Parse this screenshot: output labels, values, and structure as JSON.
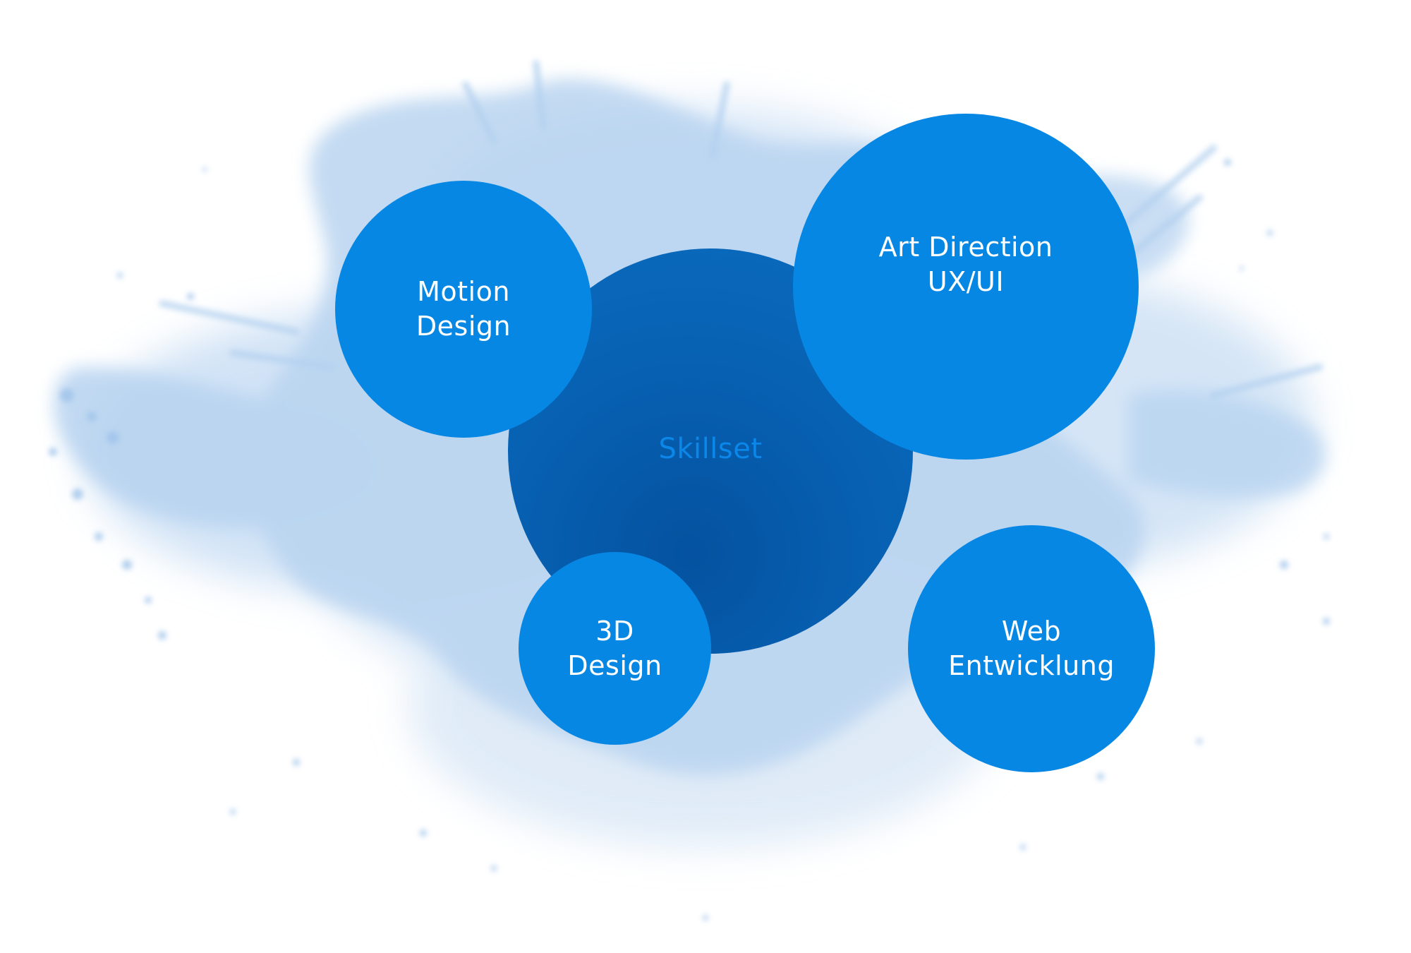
{
  "colors": {
    "bubble": "#0787e4",
    "center": "#0862b4",
    "center_label": "#0a87e8",
    "cloud": "#a9cbee"
  },
  "center": {
    "label": "Skillset"
  },
  "skills": [
    {
      "lines": [
        "Motion",
        "Design"
      ]
    },
    {
      "lines": [
        "Art Direction",
        "UX/UI"
      ]
    },
    {
      "lines": [
        "3D",
        "Design"
      ]
    },
    {
      "lines": [
        "Web",
        "Entwicklung"
      ]
    }
  ]
}
